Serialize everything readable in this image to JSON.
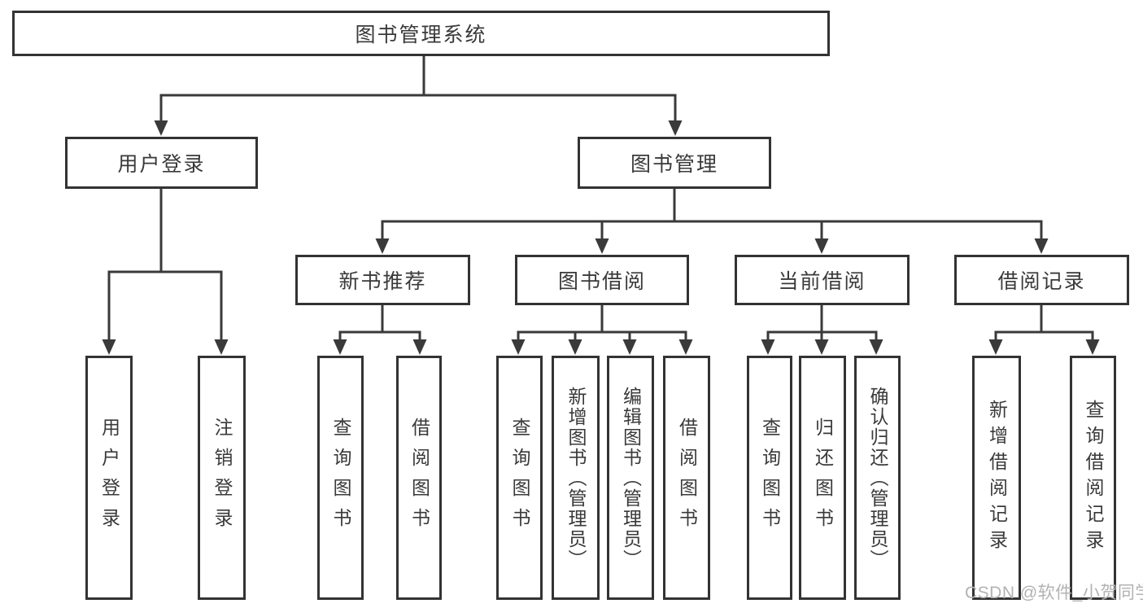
{
  "diagram": {
    "tree": {
      "label": "图书管理系统",
      "children": [
        {
          "label": "用户登录",
          "children": [
            {
              "label": "用户登录"
            },
            {
              "label": "注销登录"
            }
          ]
        },
        {
          "label": "图书管理",
          "children": [
            {
              "label": "新书推荐",
              "children": [
                {
                  "label": "查询图书"
                },
                {
                  "label": "借阅图书"
                }
              ]
            },
            {
              "label": "图书借阅",
              "children": [
                {
                  "label": "查询图书"
                },
                {
                  "label": "新增图书（管理员）"
                },
                {
                  "label": "编辑图书（管理员）"
                },
                {
                  "label": "借阅图书"
                }
              ]
            },
            {
              "label": "当前借阅",
              "children": [
                {
                  "label": "查询图书"
                },
                {
                  "label": "归还图书"
                },
                {
                  "label": "确认归还（管理员）"
                }
              ]
            },
            {
              "label": "借阅记录",
              "children": [
                {
                  "label": "新增借阅记录"
                },
                {
                  "label": "查询借阅记录"
                }
              ]
            }
          ]
        }
      ]
    },
    "watermark": {
      "text": "CSDN @软件_小贺同学"
    },
    "colors": {
      "line": "#3a3a3a",
      "border": "#333333",
      "text": "#3a3a3a",
      "watermark": "#b2b2b2",
      "background": "#ffffff"
    }
  }
}
